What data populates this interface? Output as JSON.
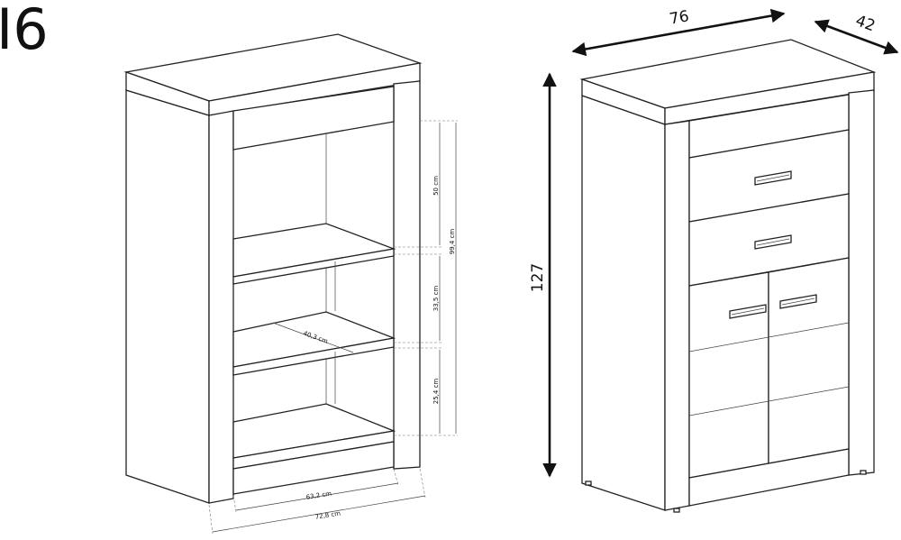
{
  "model": {
    "code": "I6"
  },
  "open_view": {
    "dimensions": {
      "top_section_height": "50 cm",
      "total_interior_height": "99,4 cm",
      "middle_section_height": "33,5 cm",
      "bottom_section_height": "25,4 cm",
      "shelf_depth": "40,3 cm",
      "interior_width": "63,2 cm",
      "outer_width": "72,8 cm"
    }
  },
  "closed_view": {
    "dimensions": {
      "width": "76",
      "depth": "42",
      "height": "127"
    }
  }
}
